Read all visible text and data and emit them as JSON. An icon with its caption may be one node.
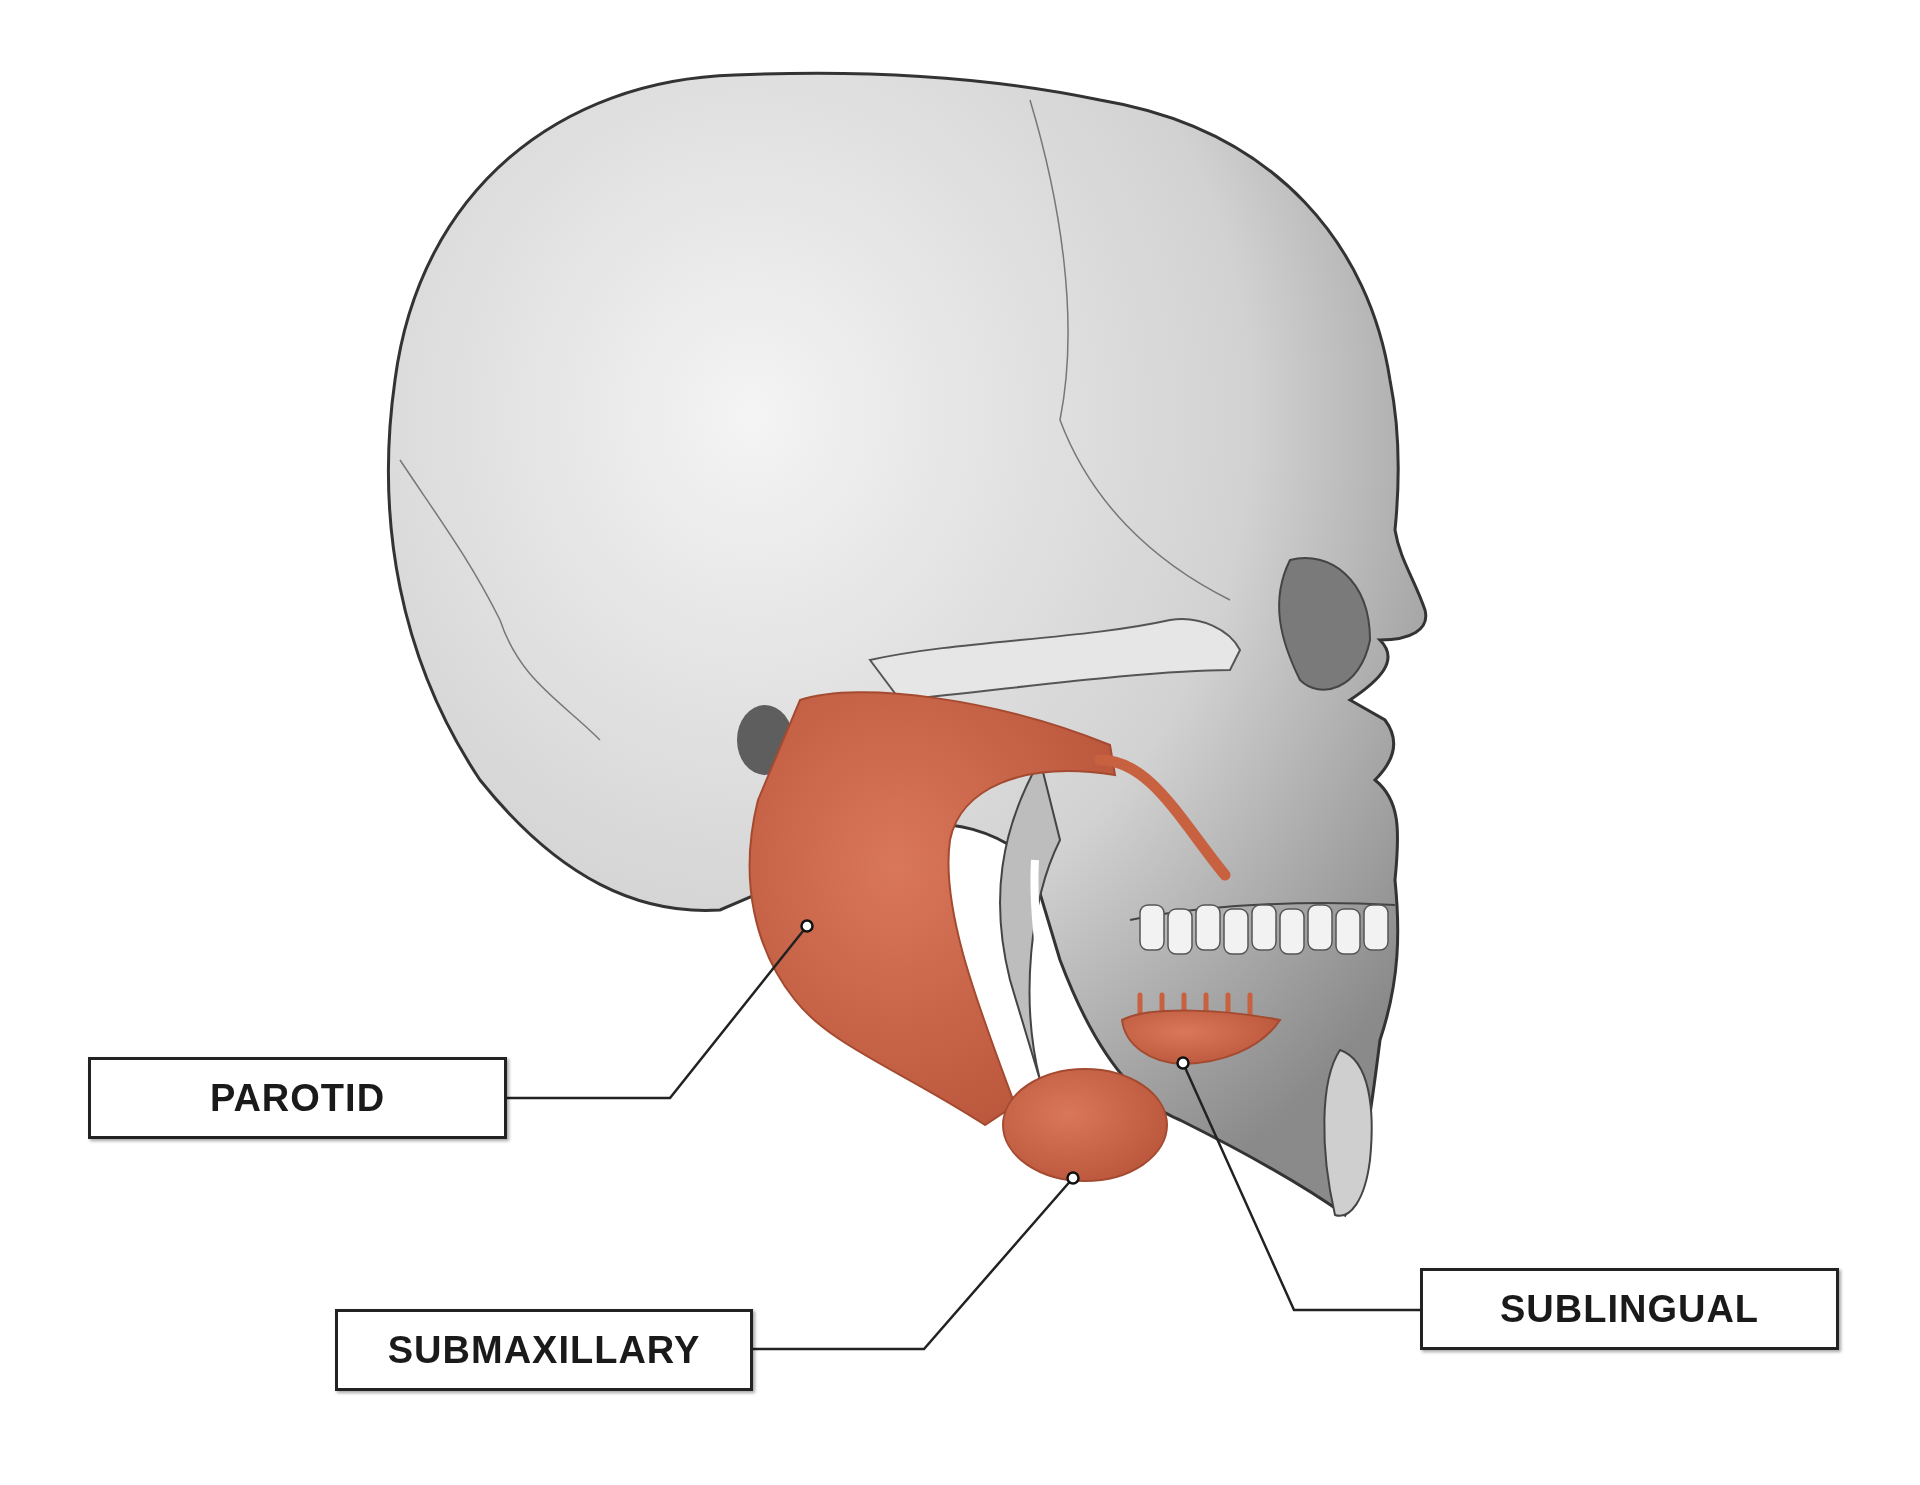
{
  "diagram": {
    "nodes": [
      {
        "text": [],
        "shape": "picture"
      },
      {
        "text": [],
        "shape": "picture"
      },
      {
        "text": [],
        "shape": "picture"
      },
      {
        "text": [
          "PAROTID"
        ]
      },
      {
        "text": [
          "SUBMAXILLARY"
        ]
      },
      {
        "text": [
          "SUBLINGUAL"
        ]
      }
    ],
    "edges": [
      {
        "from": 3,
        "to": 0,
        "arrow": "other"
      },
      {
        "from": 4,
        "to": 1,
        "arrow": "other"
      },
      {
        "from": 5,
        "to": 2,
        "arrow": "other"
      }
    ]
  }
}
